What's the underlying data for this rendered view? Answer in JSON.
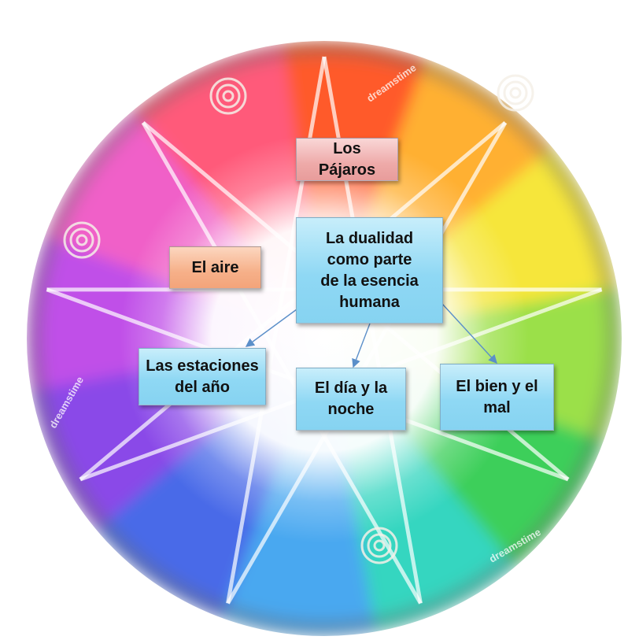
{
  "diagram": {
    "center": {
      "label": "La dualidad como parte de la esencia humana",
      "lines": [
        "La dualidad",
        "como parte",
        "de la esencia",
        "humana"
      ]
    },
    "top_box": {
      "label": "Los Pájaros"
    },
    "left_box": {
      "label": "El aire"
    },
    "children": [
      {
        "label": "Las estaciones del año",
        "lines": [
          "Las estaciones",
          "del año"
        ]
      },
      {
        "label": "El día y la noche",
        "lines": [
          "El día y la",
          "noche"
        ]
      },
      {
        "label": "El bien y el mal",
        "lines": [
          "El bien y el",
          "mal"
        ]
      }
    ],
    "watermark": [
      "dreamstime",
      "dreamstime",
      "dreamstime"
    ],
    "colors": {
      "blue_box": "#8fd8f4",
      "red_box": "#eeaaa9",
      "orange_box": "#f6b089",
      "arrow": "#5b8fc9"
    }
  }
}
